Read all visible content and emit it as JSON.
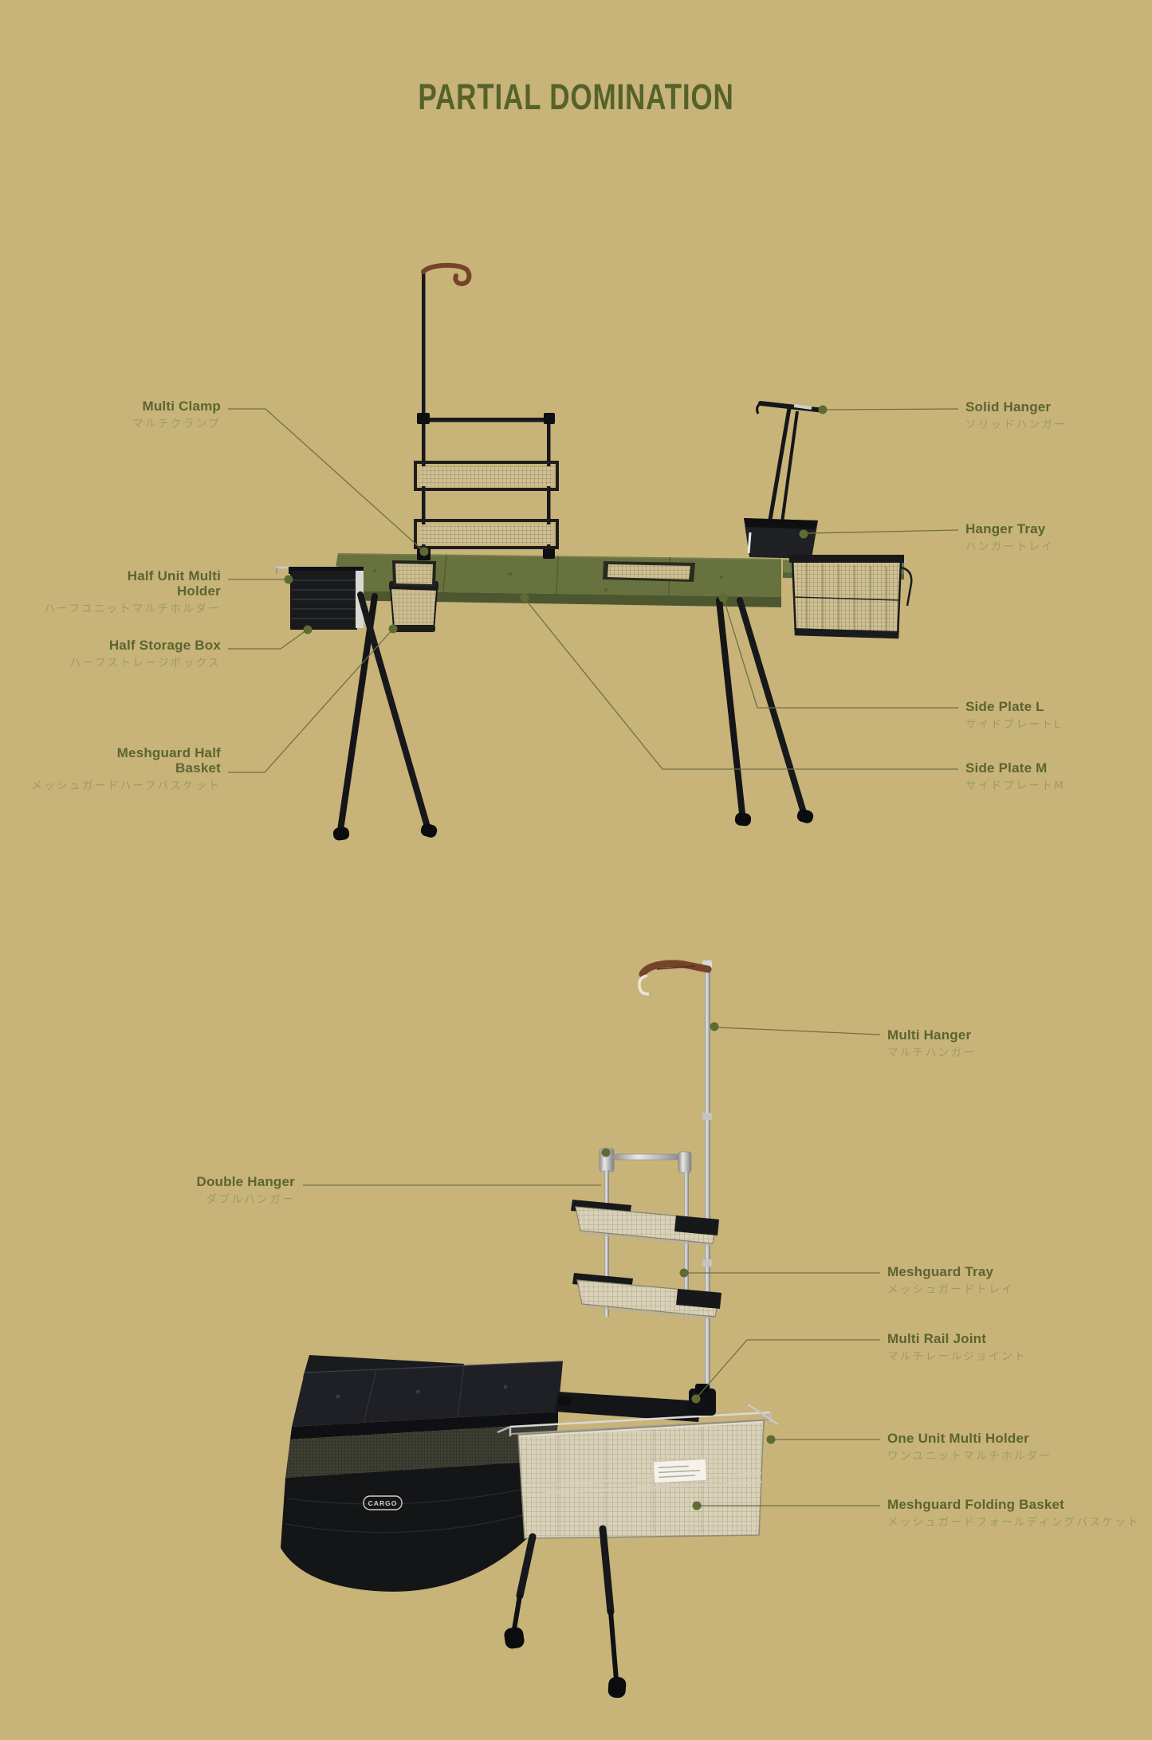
{
  "page": {
    "title": "PARTIAL DOMINATION"
  },
  "colors": {
    "background": "#c8b379",
    "heading": "#55622a",
    "label_en": "#5a6530",
    "label_jp": "#9b9c67",
    "callout_line": "#6d7244",
    "callout_dot": "#5e6b35",
    "table_top_olive": "#67723e",
    "table_front_olive": "#4c5730",
    "side_plate_olive": "#707b47",
    "black_part": "#17181b",
    "mesh_tan": "#cfc093",
    "chrome": "#c6c6c6",
    "wood_handle": "#74432a"
  },
  "callouts": {
    "multi_clamp": {
      "en": "Multi Clamp",
      "jp": "マルチクランプ"
    },
    "half_unit_multi_holder": {
      "en_lines": [
        "Half Unit Multi",
        "Holder"
      ],
      "jp": "ハーフユニットマルチホルダー"
    },
    "half_storage_box": {
      "en": "Half Storage Box",
      "jp": "ハーフストレージボックス"
    },
    "meshguard_half_basket": {
      "en_lines": [
        "Meshguard Half",
        "Basket"
      ],
      "jp": "メッシュガードハーフバスケット"
    },
    "solid_hanger": {
      "en": "Solid Hanger",
      "jp": "ソリッドハンガー"
    },
    "hanger_tray": {
      "en": "Hanger Tray",
      "jp": "ハンガートレイ"
    },
    "side_plate_l": {
      "en": "Side Plate L",
      "jp": "サイドプレートL"
    },
    "side_plate_m": {
      "en": "Side Plate M",
      "jp": "サイドプレートM"
    },
    "multi_hanger": {
      "en": "Multi Hanger",
      "jp": "マルチハンガー"
    },
    "double_hanger": {
      "en": "Double Hanger",
      "jp": "ダブルハンガー"
    },
    "meshguard_tray": {
      "en": "Meshguard Tray",
      "jp": "メッシュガードトレイ"
    },
    "multi_rail_joint": {
      "en": "Multi Rail Joint",
      "jp": "マルチレールジョイント"
    },
    "one_unit_multi_holder": {
      "en": "One Unit Multi Holder",
      "jp": "ワンユニットマルチホルダー"
    },
    "meshguard_folding_basket": {
      "en": "Meshguard Folding Basket",
      "jp": "メッシュガードフォールディングバスケット"
    }
  },
  "product_marks": {
    "cargo_logo": "CARGO"
  }
}
